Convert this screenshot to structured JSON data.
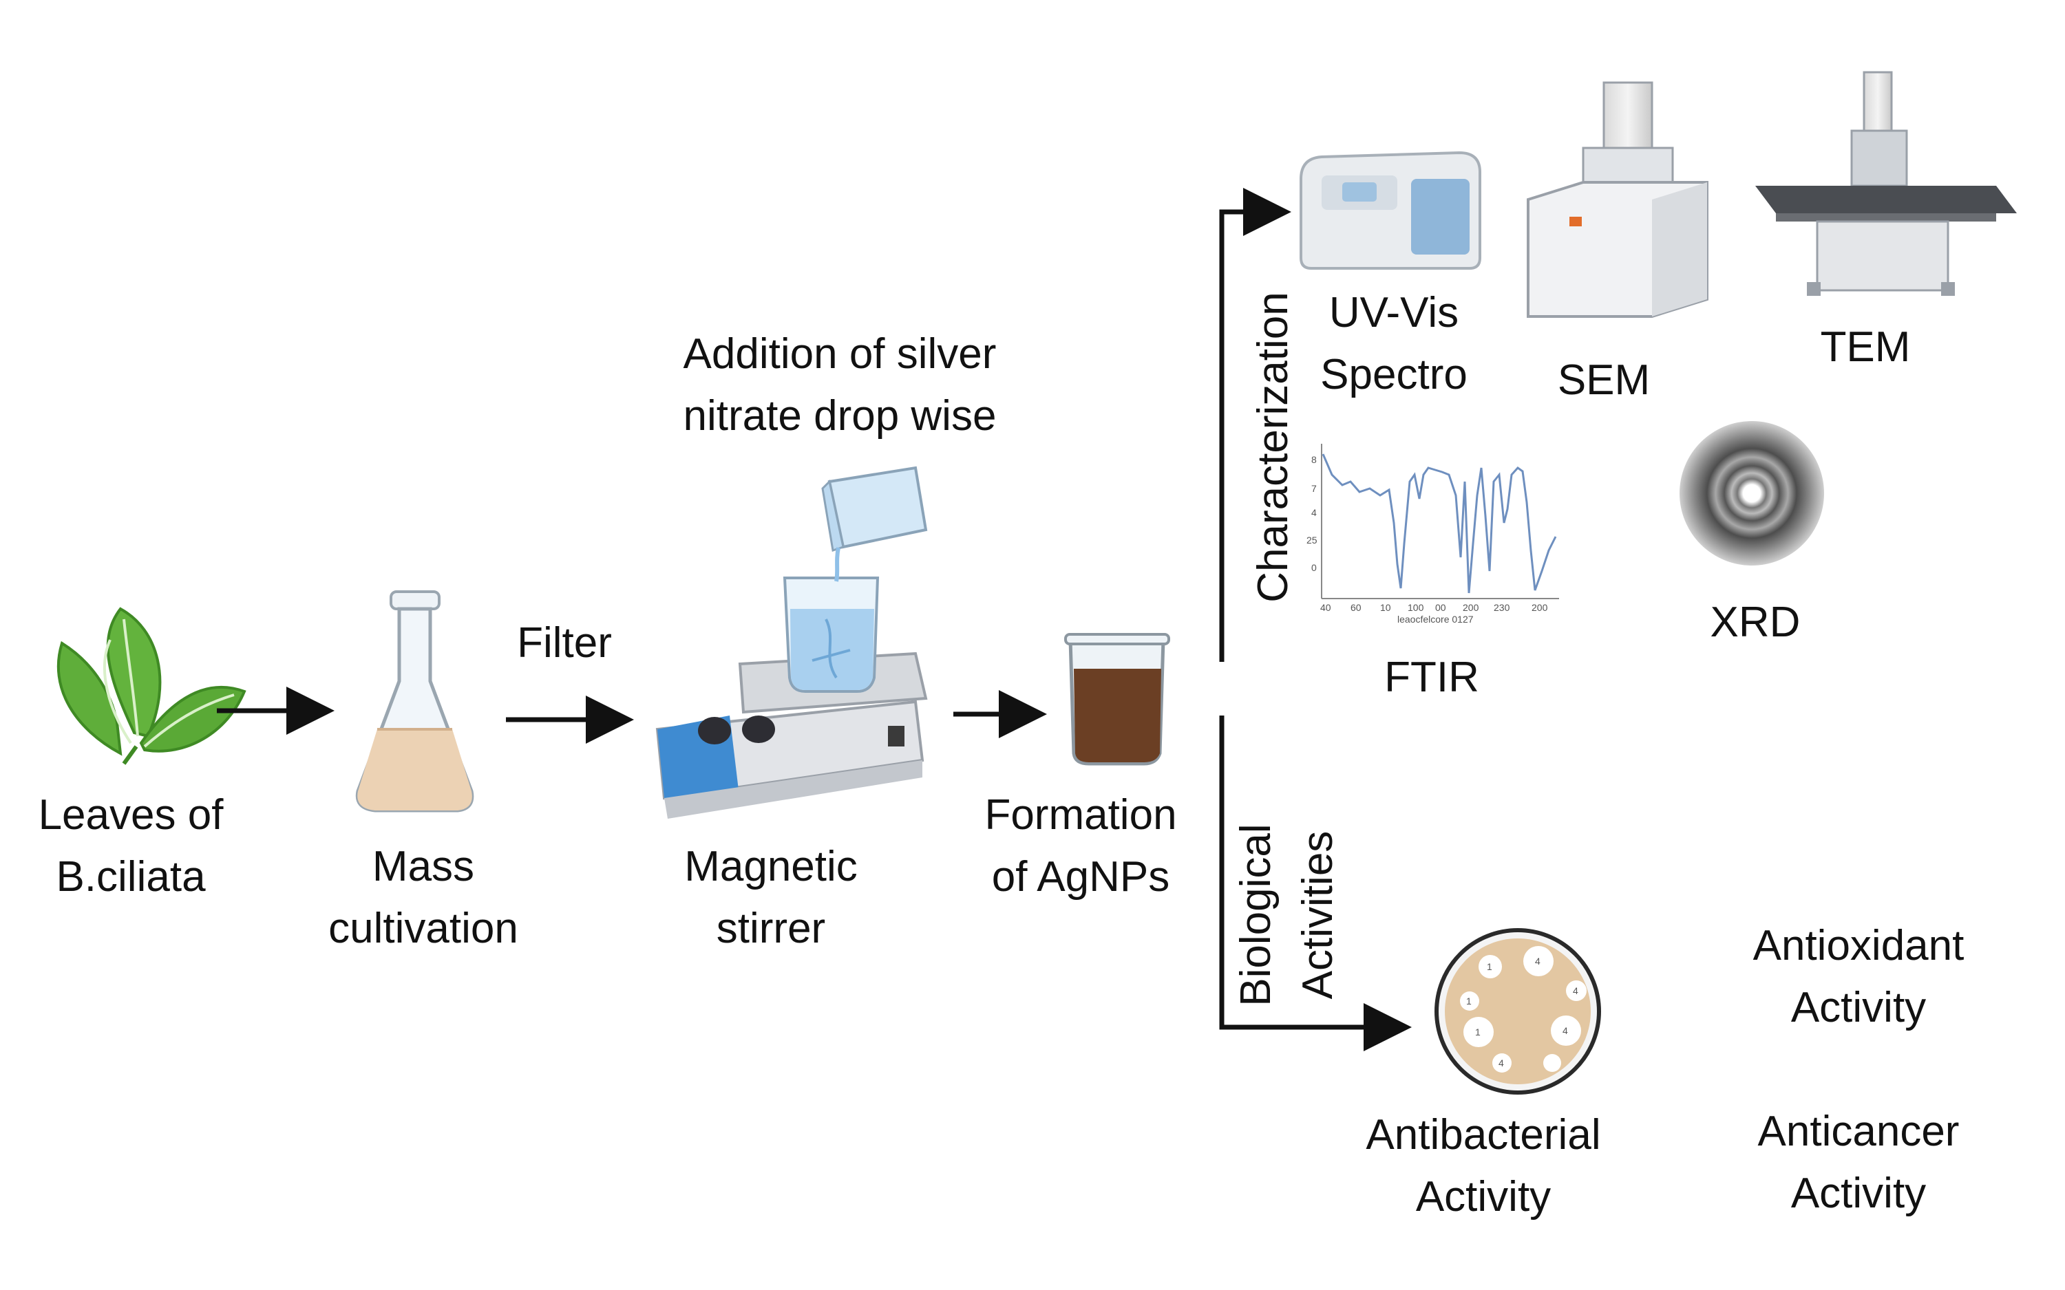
{
  "steps": {
    "leaves": [
      "Leaves of",
      "B.ciliata"
    ],
    "mass_cultivation": [
      "Mass",
      "cultivation"
    ],
    "filter": "Filter",
    "addition": [
      "Addition of silver",
      "nitrate drop wise"
    ],
    "magnetic_stirrer": [
      "Magnetic",
      "stirrer"
    ],
    "formation": [
      "Formation",
      "of AgNPs"
    ]
  },
  "branches": {
    "characterization": "Characterization",
    "biological": [
      "Biological",
      "Activities"
    ]
  },
  "characterization": {
    "uvvis": [
      "UV-Vis",
      "Spectro"
    ],
    "sem": "SEM",
    "tem": "TEM",
    "ftir": "FTIR",
    "xrd": "XRD",
    "ftir_y_ticks": [
      "8",
      "7",
      "4",
      "25",
      "0"
    ],
    "ftir_x_ticks": [
      "40",
      "60",
      "10",
      "100",
      "00",
      "200",
      "230",
      "200"
    ],
    "ftir_x_label": "leaocfelcore 0127"
  },
  "biological": {
    "antibacterial": [
      "Antibacterial",
      "Activity"
    ],
    "antioxidant": [
      "Antioxidant",
      "Activity"
    ],
    "anticancer": [
      "Anticancer",
      "Activity"
    ],
    "plate_labels": [
      "1",
      "4",
      "4",
      "1",
      "1",
      "4",
      "4"
    ]
  },
  "colors": {
    "leaf": "#5fae3a",
    "flask_liquid": "#ecd2b4",
    "beaker_blue": "#a9d0ef",
    "stirrer_blue": "#3f8bd1",
    "agnp_brown": "#6b3f24",
    "plate_agar": "#e3c7a2",
    "arrow": "#111111"
  }
}
